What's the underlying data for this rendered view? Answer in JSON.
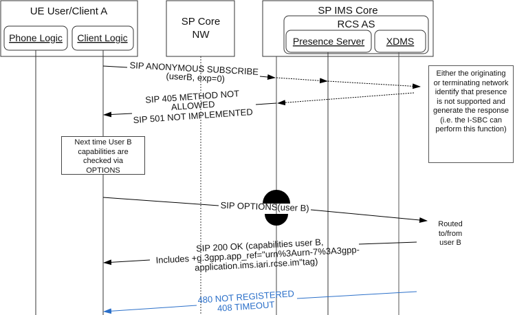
{
  "participants": {
    "ue_group": {
      "title": "UE User/Client A"
    },
    "phone_logic": {
      "label": "Phone Logic"
    },
    "client_logic": {
      "label": "Client Logic"
    },
    "sp_core": {
      "title_line1": "SP Core",
      "title_line2": "NW"
    },
    "ims_group": {
      "title": "SP IMS Core"
    },
    "rcs_as": {
      "title": "RCS AS"
    },
    "presence_server": {
      "label": "Presence Server"
    },
    "xdms": {
      "label": "XDMS"
    }
  },
  "messages": {
    "subscribe": {
      "line1": "SIP ANONYMOUS SUBSCRIBE",
      "line2": "(userB, exp=0)"
    },
    "method_not_allowed": {
      "line1": "SIP 405 METHOD NOT",
      "line2": "ALLOWED",
      "line3": "SIP 501 NOT IMPLEMENTED"
    },
    "options": {
      "label": "SIP OPTIONS(user B)"
    },
    "ok200": {
      "line1": "SIP 200 OK (capabilities user B,",
      "line2": "Includes +g.3gpp.app_ref=\"urn%3Aurn-7%3A3gpp-",
      "line3": "application.ims.iari.rcse.im\"tag)"
    },
    "errors": {
      "line1": "480 NOT REGISTERED",
      "line2": "408 TIMEOUT",
      "color": "#2a6fc9"
    }
  },
  "notes": {
    "network_note": "Either the originating or terminating network identify that presence is not supported and generate the response (i.e. the I-SBC can perform this function)",
    "options_note": "Next time User B capabilities are checked via OPTIONS",
    "routed_note_line1": "Routed",
    "routed_note_line2": "to/from",
    "routed_note_line3": "user B"
  }
}
